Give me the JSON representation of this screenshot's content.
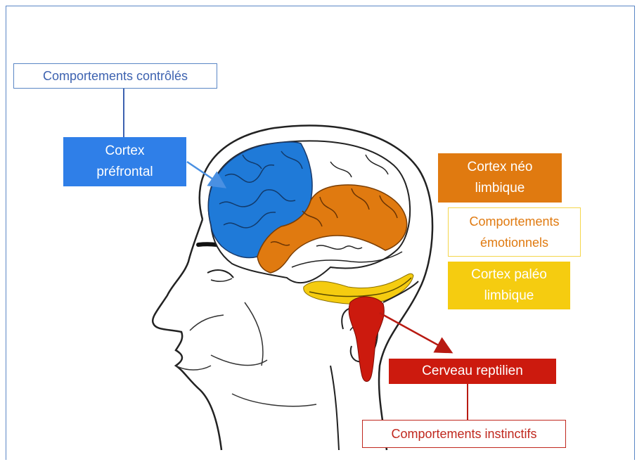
{
  "labels": {
    "controlled": "Comportements contrôlés",
    "prefrontal": "Cortex\npréfrontal",
    "neo": "Cortex néo\nlimbique",
    "emotional": "Comportements\némotionnels",
    "paleo": "Cortex paléo\nlimbique",
    "reptilian": "Cerveau reptilien",
    "instinctive": "Comportements instinctifs"
  },
  "colors": {
    "frame": "#5a86c5",
    "prefrontal": "#1f7ad8",
    "neo": "#e07a10",
    "paleo": "#f5cc10",
    "reptilian": "#cc1a0e",
    "controlled_text": "#3d62b0",
    "emotional_text": "#e07a10",
    "instinctive_text": "#c0281e"
  }
}
